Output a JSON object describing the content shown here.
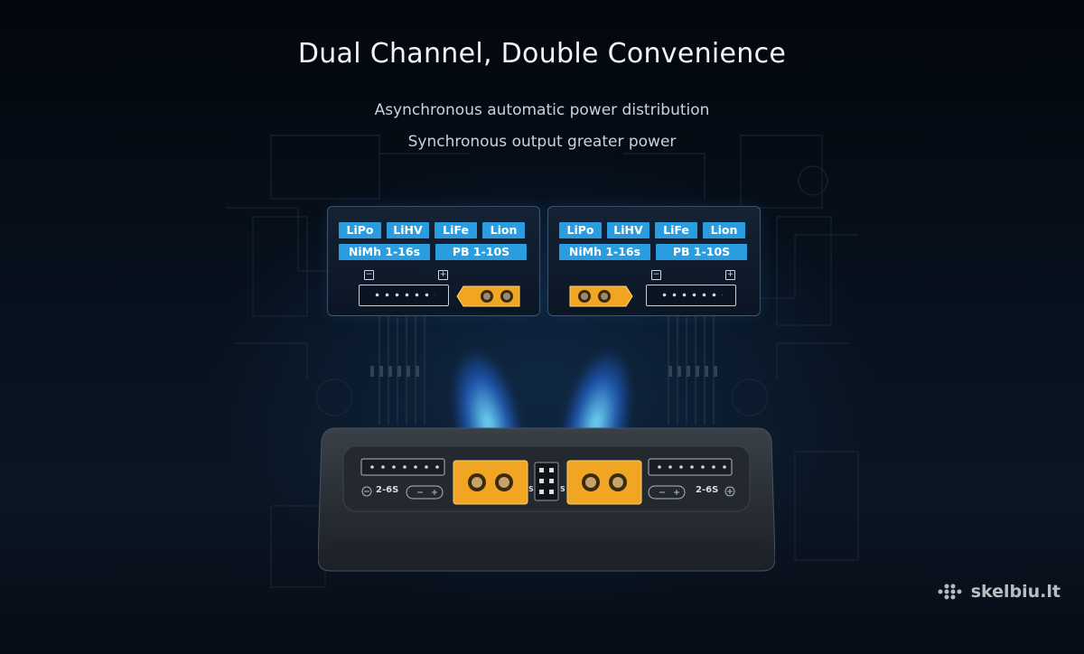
{
  "header": {
    "title": "Dual Channel, Double Convenience",
    "subtitle_1": "Asynchronous automatic power distribution",
    "subtitle_2": "Synchronous output greater power"
  },
  "channels": [
    {
      "side": "left",
      "tags_row1": [
        "LiPo",
        "LiHV",
        "LiFe",
        "Lion"
      ],
      "tags_row2": [
        "NiMh 1-16s",
        "PB 1-10S"
      ],
      "balance_label": "2-6S"
    },
    {
      "side": "right",
      "tags_row1": [
        "LiPo",
        "LiHV",
        "LiFe",
        "Lion"
      ],
      "tags_row2": [
        "NiMh 1-16s",
        "PB 1-10S"
      ],
      "balance_label": "2-6S"
    }
  ],
  "device": {
    "port_marker": "S"
  },
  "watermark": {
    "text": "skelbiu.lt"
  },
  "colors": {
    "tag_blue": "#2a9de0",
    "connector_orange": "#f0a623",
    "beam_cyan": "#7ee6ff",
    "background": "#04080f"
  }
}
